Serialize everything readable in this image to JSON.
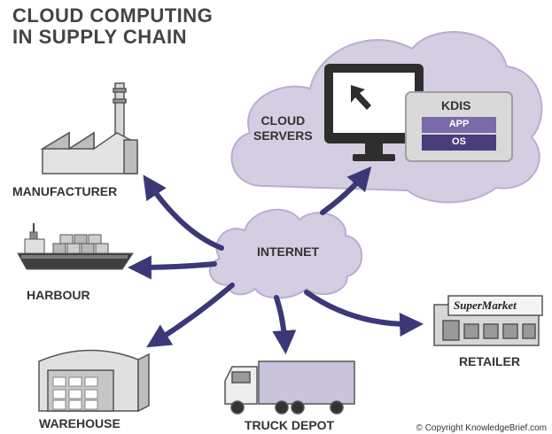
{
  "title": {
    "line1": "CLOUD COMPUTING",
    "line2": "IN SUPPLY CHAIN"
  },
  "cloud": {
    "label_line1": "CLOUD",
    "label_line2": "SERVERS",
    "kdis": "KDIS",
    "app": "APP",
    "os": "OS"
  },
  "internet": "INTERNET",
  "nodes": {
    "manufacturer": "MANUFACTURER",
    "harbour": "HARBOUR",
    "warehouse": "WAREHOUSE",
    "truck_depot": "TRUCK DEPOT",
    "retailer": "RETAILER",
    "supermarket_sign": "SuperMarket"
  },
  "copyright": "© Copyright KnowledgeBrief.com",
  "colors": {
    "cloud_fill": "#d5cde2",
    "arrow": "#3c3878",
    "monitor": "#2e2e2e",
    "app_box": "#7a6aa8",
    "os_box": "#4a3d7e",
    "building": "#d7d7d7",
    "truck": "#c9c3dc"
  }
}
